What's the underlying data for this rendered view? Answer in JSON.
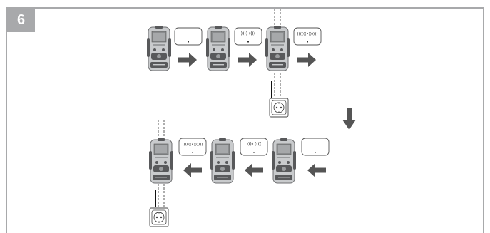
{
  "step": {
    "number": "6"
  },
  "figure": {
    "top_row": [
      {
        "device": "detector",
        "display": "blank"
      },
      {
        "arrow": "right"
      },
      {
        "device": "detector",
        "display": "weak-signal"
      },
      {
        "arrow": "right"
      },
      {
        "device": "detector",
        "display": "strong-signal",
        "marker": "dashed-lines"
      },
      {
        "arrow": "right"
      }
    ],
    "turn_arrow": "down",
    "bottom_row": [
      {
        "device": "detector",
        "display": "blank"
      },
      {
        "arrow": "left"
      },
      {
        "device": "detector",
        "display": "weak-signal"
      },
      {
        "arrow": "left"
      },
      {
        "device": "detector",
        "display": "strong-signal",
        "marker": "dashed-lines"
      },
      {
        "arrow": "left"
      }
    ],
    "outlet_icon": "electrical-socket",
    "colors": {
      "border": "#a8a9ab",
      "arrow": "#555555",
      "device_body": "#bfc1c3",
      "device_dark": "#58595b"
    }
  }
}
